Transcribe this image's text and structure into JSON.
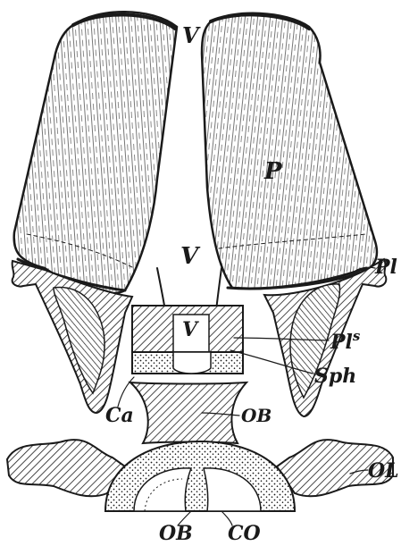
{
  "figure": {
    "labels": {
      "V_top": "V",
      "P": "P",
      "V_mid": "V",
      "V_inner": "V",
      "Pl": "Pl",
      "Pls_base": "Pl",
      "Pls_sup": "s",
      "Sph": "Sph",
      "Ca": "Ca",
      "OB_mid": "OB",
      "OL": "OL",
      "OB_bottom": "OB",
      "CO": "CO"
    },
    "colors": {
      "ink": "#1a1a1a",
      "paper": "#ffffff"
    }
  }
}
